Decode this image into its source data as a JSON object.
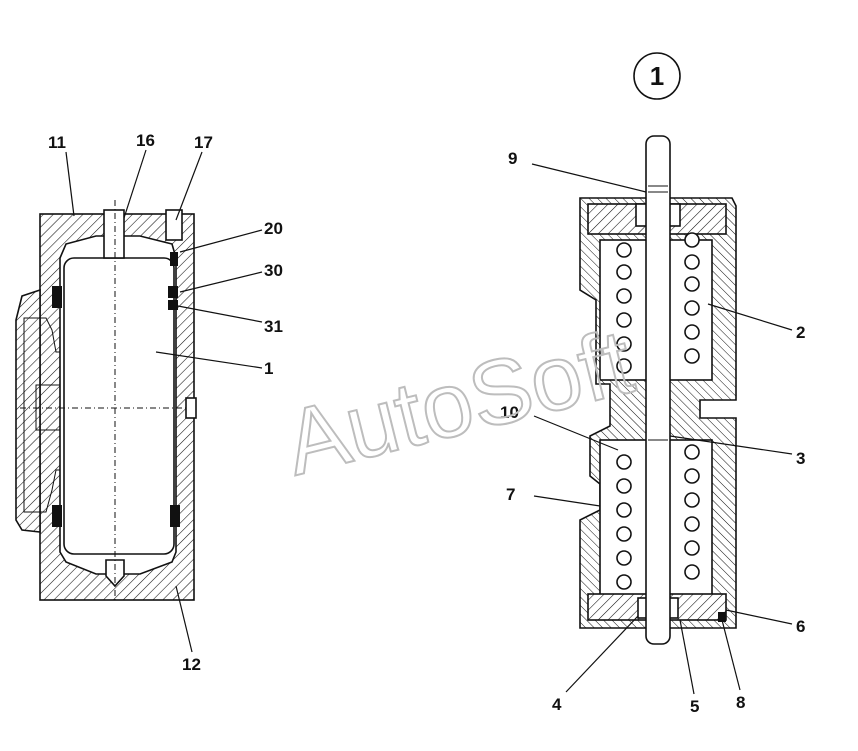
{
  "diagram": {
    "badge": "1",
    "watermark": "AutoSoft",
    "callouts": {
      "c1": "1",
      "c2": "2",
      "c3": "3",
      "c4": "4",
      "c5": "5",
      "c6": "6",
      "c7": "7",
      "c8": "8",
      "c9": "9",
      "c10": "10",
      "c11": "11",
      "c12": "12",
      "c16": "16",
      "c17": "17",
      "c20": "20",
      "c30": "30",
      "c31": "31"
    }
  }
}
